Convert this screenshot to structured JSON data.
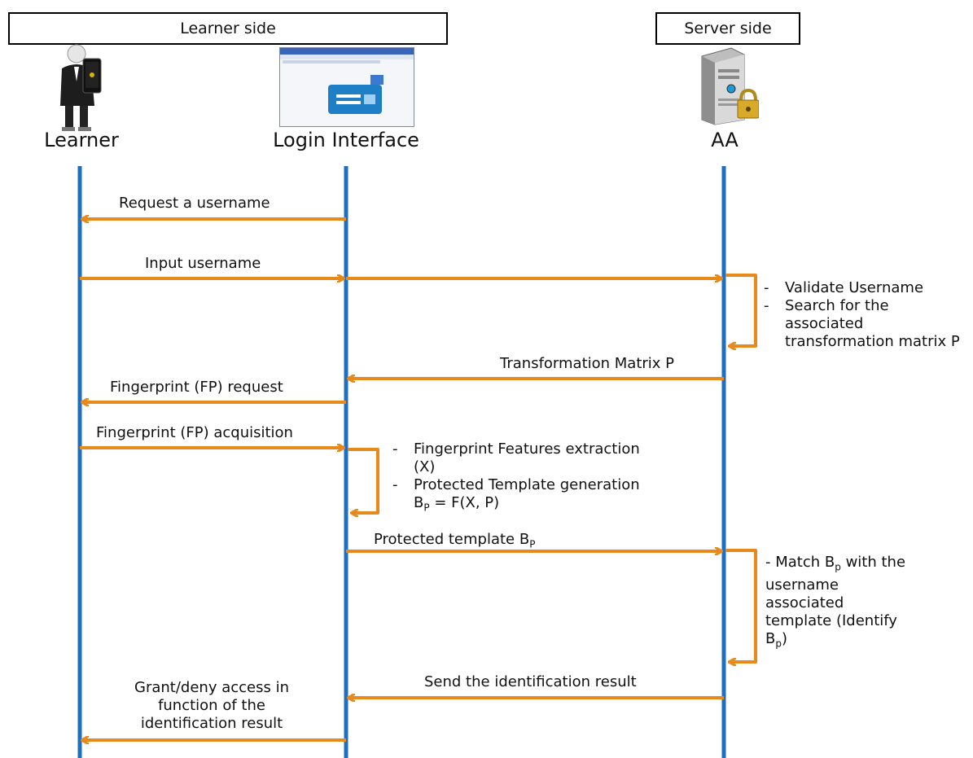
{
  "groups": {
    "learner_side": "Learner side",
    "server_side": "Server side"
  },
  "actors": {
    "learner": "Learner",
    "login": "Login Interface",
    "aa": "AA"
  },
  "messages": {
    "m1": "Request a username",
    "m2": "Input username",
    "m3": "Transformation Matrix P",
    "m4": "Fingerprint (FP) request",
    "m5": "Fingerprint (FP) acquisition",
    "m6": "Protected template B",
    "m6_sub": "P",
    "m7": "Send the identification result",
    "m8_l1": "Grant/deny access in",
    "m8_l2": "function of the",
    "m8_l3": "identification result"
  },
  "notes": {
    "validate": {
      "dash1": "-",
      "l1": "Validate Username",
      "dash2": "-",
      "l2": "Search for the",
      "l3": "associated",
      "l4": "transformation matrix P"
    },
    "extract": {
      "dash1": "-",
      "l1": "Fingerprint Features extraction",
      "l2": "(X)",
      "dash2": "-",
      "l3": "Protected Template generation",
      "l4_a": "B",
      "l4_sub": "P",
      "l4_b": " = F(X, P)"
    },
    "match": {
      "l1_a": "- Match B",
      "l1_sub": "p",
      "l1_b": " with the",
      "l2": "username",
      "l3": "associated",
      "l4": "template (Identify",
      "l5_a": "B",
      "l5_sub": "p",
      "l5_b": ")"
    }
  },
  "colors": {
    "lifeline": "#1f6fc0",
    "arrow": "#e8891c"
  },
  "icons": {
    "learner": "businessman-with-phone-icon",
    "login": "login-window-screenshot-icon",
    "aa": "server-with-lock-icon"
  }
}
